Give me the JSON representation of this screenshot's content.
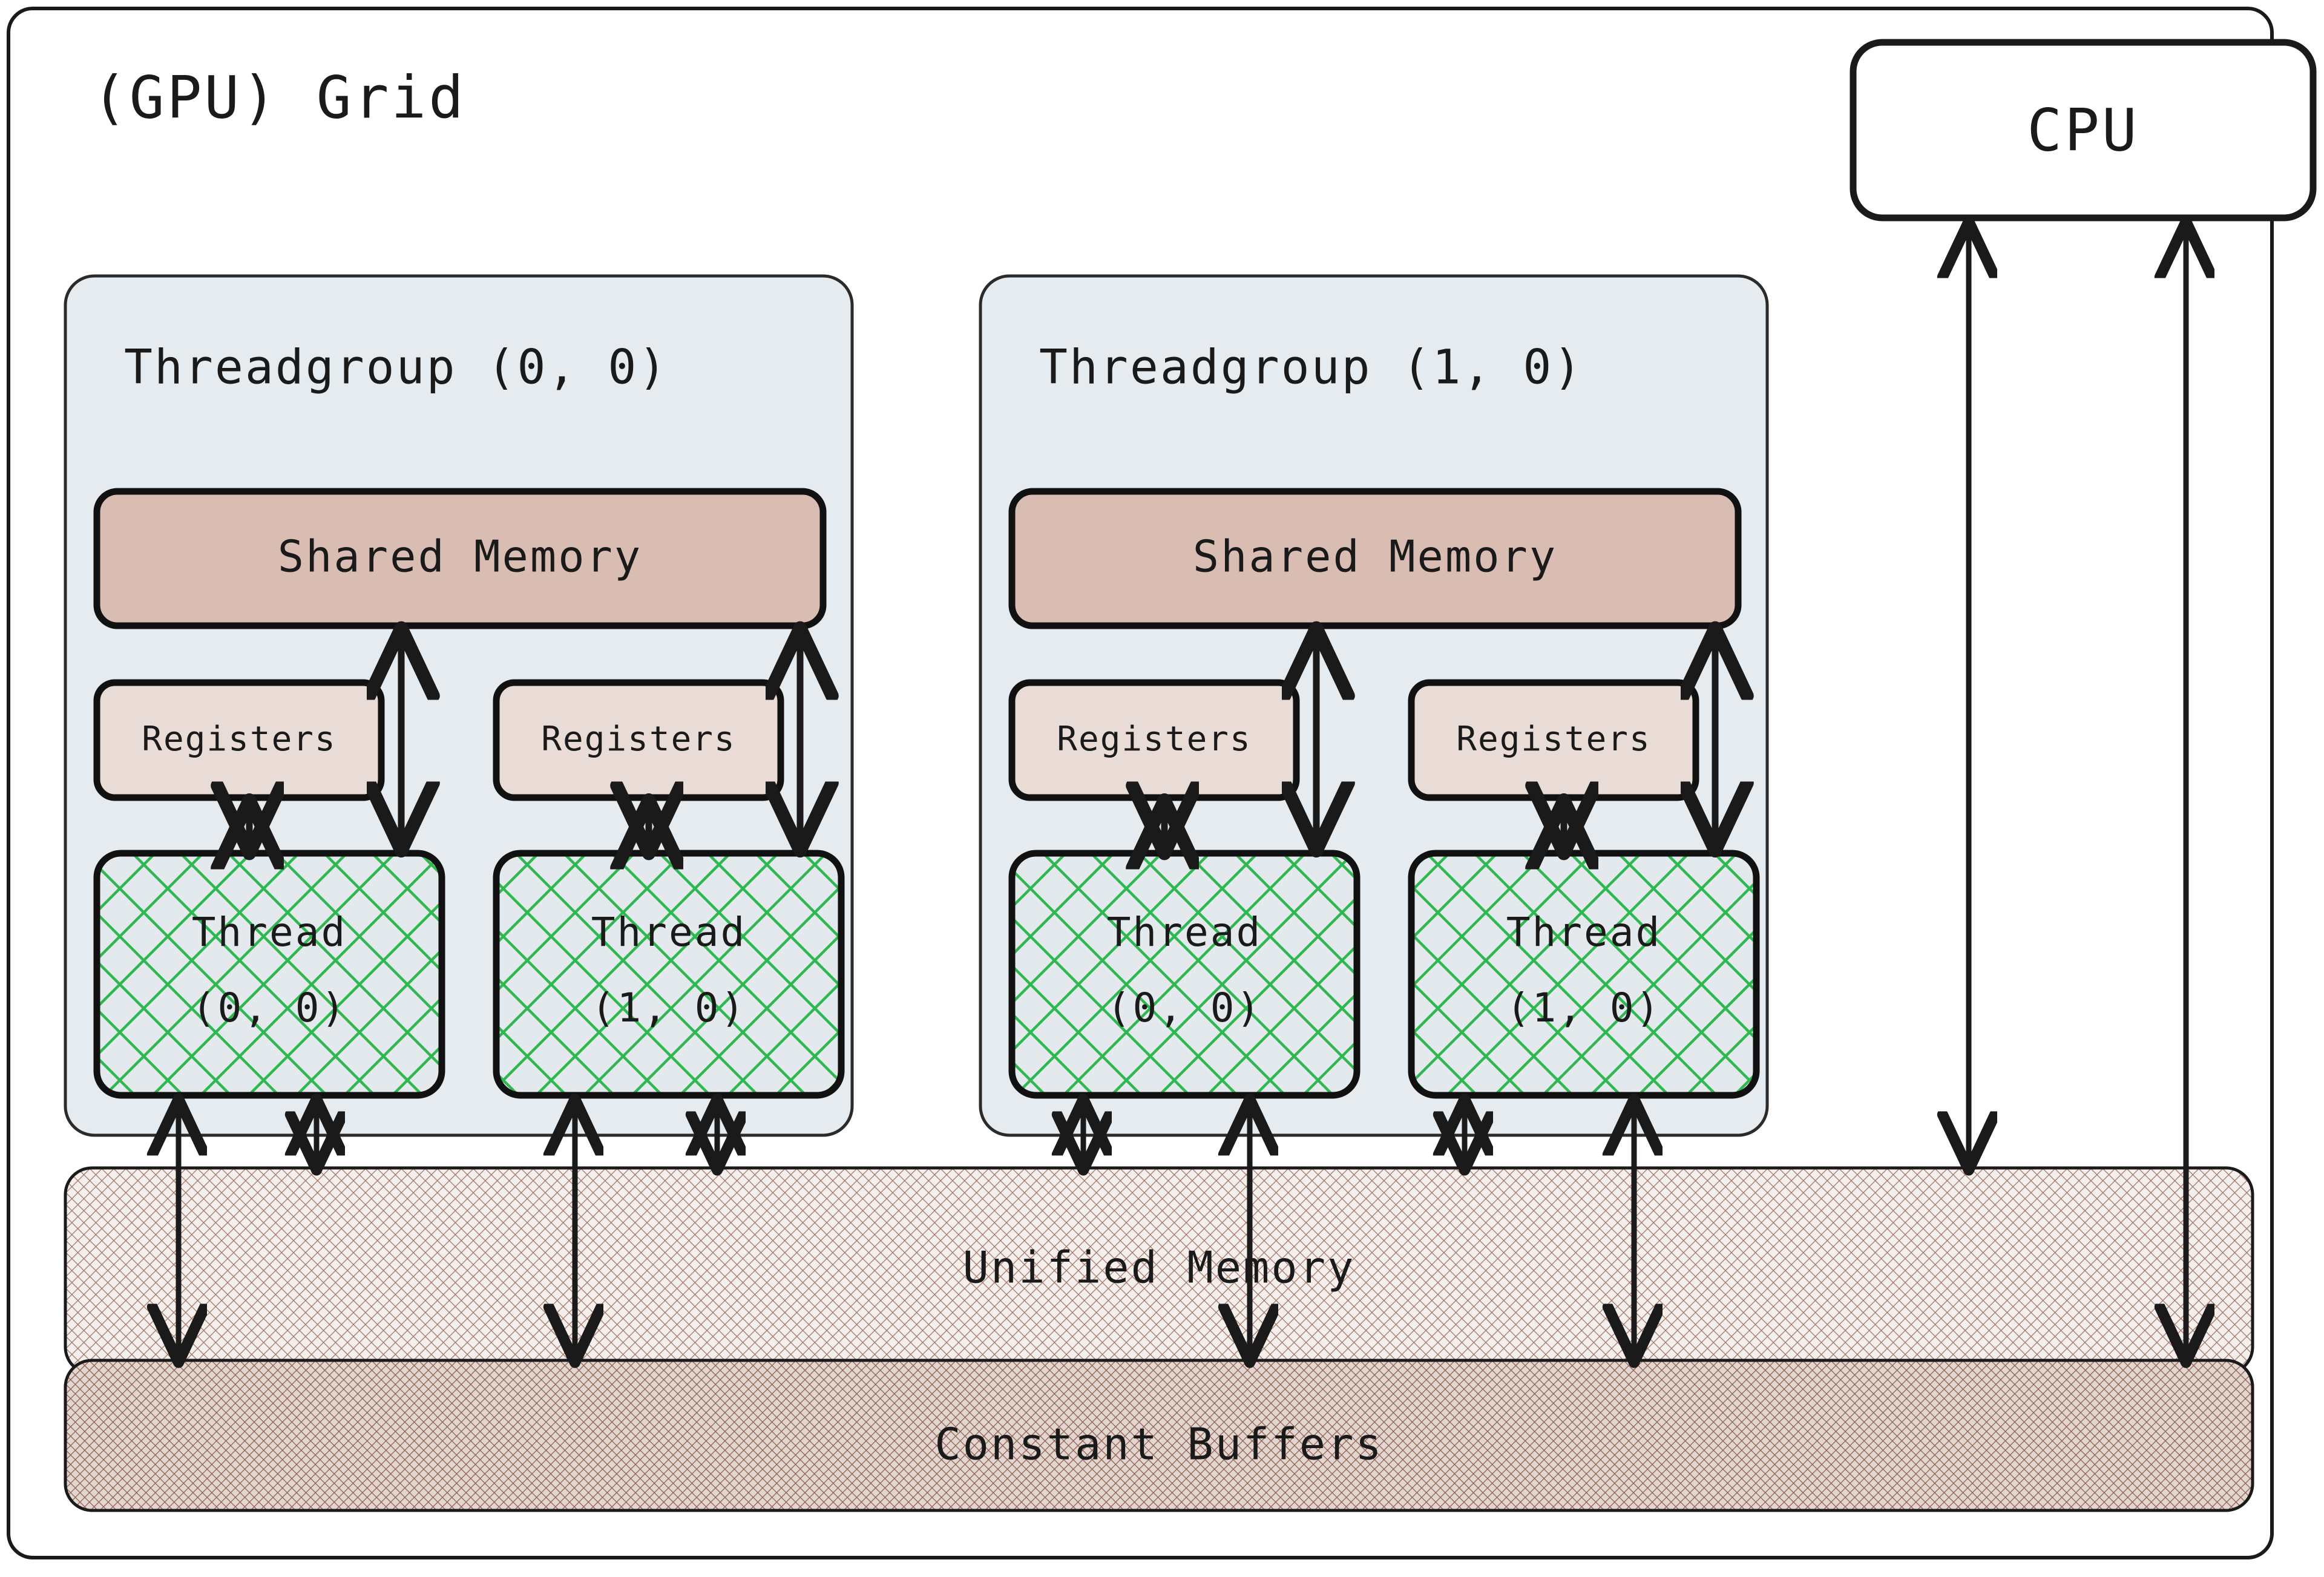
{
  "diagram": {
    "title": "(GPU) Grid",
    "cpu": {
      "label": "CPU"
    },
    "threadgroups": [
      {
        "label": "Threadgroup (0, 0)",
        "shared_memory": {
          "label": "Shared Memory"
        },
        "lanes": [
          {
            "registers": "Registers",
            "thread": "Thread",
            "thread_id": "(0, 0)"
          },
          {
            "registers": "Registers",
            "thread": "Thread",
            "thread_id": "(1, 0)"
          }
        ]
      },
      {
        "label": "Threadgroup (1, 0)",
        "shared_memory": {
          "label": "Shared Memory"
        },
        "lanes": [
          {
            "registers": "Registers",
            "thread": "Thread",
            "thread_id": "(0, 0)"
          },
          {
            "registers": "Registers",
            "thread": "Thread",
            "thread_id": "(1, 0)"
          }
        ]
      }
    ],
    "memory": [
      {
        "label": "Unified Memory"
      },
      {
        "label": "Constant Buffers"
      }
    ],
    "colors": {
      "grid_border": "#1a1a1a",
      "grid_fill": "#ffffff",
      "threadgroup_fill": "#e6ebf0",
      "threadgroup_border": "#2b2b2b",
      "shared_memory_fill": "#d9bcb2",
      "shared_memory_border": "#111111",
      "registers_fill": "#e9dcd7",
      "registers_border": "#111111",
      "thread_fill": "#e4e9ee",
      "thread_hatch": "#2eb84f",
      "thread_border": "#111111",
      "unified_memory_fill": "#f2ece9",
      "unified_memory_hatch": "#9f6f60",
      "constant_buffers_fill": "#ded0ca",
      "constant_buffers_hatch": "#8a5f52",
      "arrow": "#1a1a1a",
      "cpu_fill": "#ffffff",
      "cpu_border": "#1a1a1a",
      "text": "#1a1a1a"
    }
  }
}
